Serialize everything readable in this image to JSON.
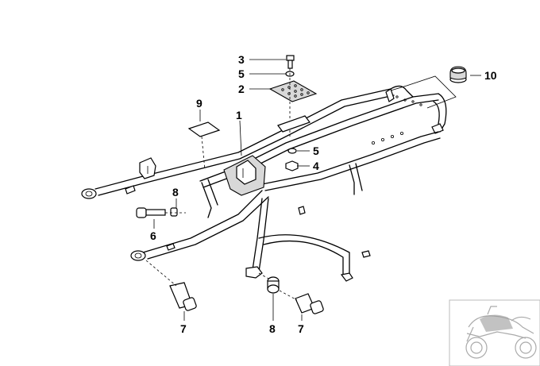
{
  "diagram": {
    "callouts": [
      {
        "id": "c3",
        "label": "3"
      },
      {
        "id": "c5a",
        "label": "5"
      },
      {
        "id": "c2",
        "label": "2"
      },
      {
        "id": "c10",
        "label": "10"
      },
      {
        "id": "c9",
        "label": "9"
      },
      {
        "id": "c1",
        "label": "1"
      },
      {
        "id": "c5b",
        "label": "5"
      },
      {
        "id": "c4",
        "label": "4"
      },
      {
        "id": "c8a",
        "label": "8"
      },
      {
        "id": "c6",
        "label": "6"
      },
      {
        "id": "c7a",
        "label": "7"
      },
      {
        "id": "c8b",
        "label": "8"
      },
      {
        "id": "c7b",
        "label": "7"
      }
    ]
  }
}
